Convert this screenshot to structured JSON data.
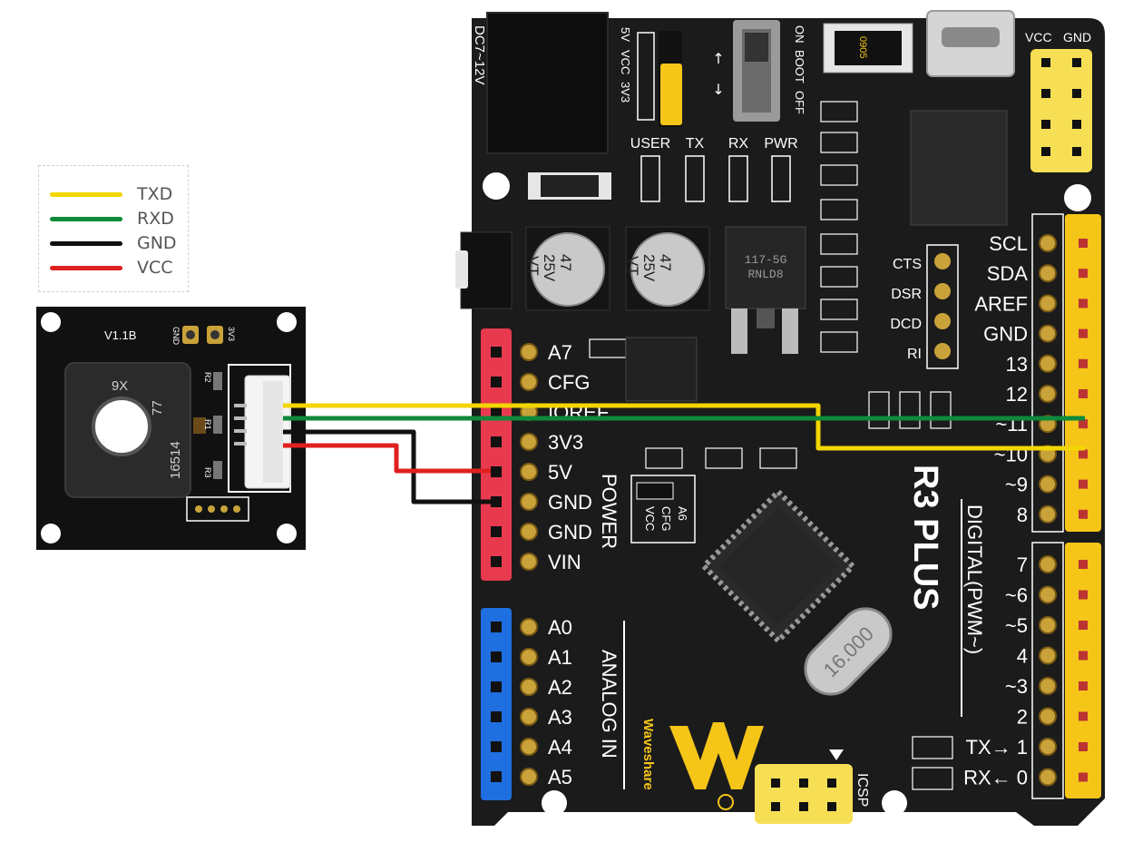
{
  "legend": [
    {
      "label": "TXD",
      "color": "#f2d600"
    },
    {
      "label": "RXD",
      "color": "#0e8a3a"
    },
    {
      "label": "GND",
      "color": "#111111"
    },
    {
      "label": "VCC",
      "color": "#e02020"
    }
  ],
  "sensor": {
    "version": "V1.1B",
    "pads": [
      "GND",
      "3V3"
    ],
    "part_top": "9X",
    "part_mid": "77",
    "part_bottom": "16514",
    "resistors": [
      "R2",
      "R1",
      "R3"
    ]
  },
  "board": {
    "name": "R3 PLUS",
    "brand": "Waveshare",
    "dc_jack": "DC7~12V",
    "power_select": [
      "5V",
      "VCC",
      "3V3"
    ],
    "boot_switch": [
      "ON",
      "BOOT",
      "OFF"
    ],
    "usb_chip": "0905",
    "leds": [
      "USER",
      "TX",
      "RX",
      "PWR"
    ],
    "caps": [
      {
        "value": "47",
        "voltage": "25V",
        "code": "VT"
      },
      {
        "value": "47",
        "voltage": "25V",
        "code": "VT"
      }
    ],
    "regulator": [
      "117-5G",
      "RNLD8"
    ],
    "uart_pins": [
      "CTS",
      "DSR",
      "DCD",
      "RI"
    ],
    "header_vcc_gnd": [
      "VCC",
      "GND"
    ],
    "power_pins": [
      "A7",
      "CFG",
      "IOREF",
      "3V3",
      "5V",
      "GND",
      "GND",
      "VIN"
    ],
    "power_label": "POWER",
    "a6_box": [
      "A6",
      "CFG",
      "VCC"
    ],
    "analog_pins": [
      "A0",
      "A1",
      "A2",
      "A3",
      "A4",
      "A5"
    ],
    "analog_label": "ANALOG IN",
    "digital_upper": [
      "SCL",
      "SDA",
      "AREF",
      "GND",
      "13",
      "12",
      "~11",
      "~10",
      "~9",
      "8"
    ],
    "digital_lower": [
      "7",
      "~6",
      "~5",
      "4",
      "~3",
      "2",
      "TX→ 1",
      "RX← 0"
    ],
    "digital_label": "DIGITAL(PWM~)",
    "crystal": "16.000",
    "icsp": "ICSP"
  },
  "colors": {
    "board": "#1b1b1b",
    "pcb_sensor": "#111111",
    "header_red": "#e83a4f",
    "header_blue": "#1f6fe0",
    "header_yellow": "#f5c518",
    "silk": "#ffffff"
  }
}
